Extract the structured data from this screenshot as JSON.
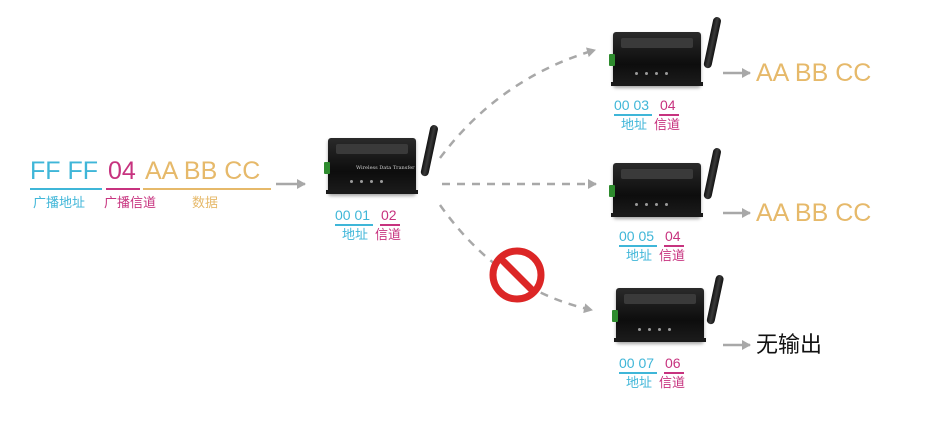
{
  "colors": {
    "cyan": "#3fb6d8",
    "magenta": "#c7337f",
    "orange": "#e6b96a",
    "arrow": "#a8a8a8",
    "forbid": "#dc2626",
    "black": "#111111"
  },
  "source": {
    "bcast_addr": "FF FF",
    "bcast_channel": "04",
    "payload": "AA BB CC",
    "bcast_addr_label": "广播地址",
    "bcast_channel_label": "广播信道",
    "payload_label": "数据"
  },
  "sender": {
    "addr": "00 01",
    "channel": "02",
    "addr_label": "地址",
    "channel_label": "信道",
    "model_text": "Wireless Data Transfer"
  },
  "receivers": [
    {
      "addr": "00 03",
      "channel": "04",
      "addr_label": "地址",
      "channel_label": "信道",
      "output": "AA BB CC"
    },
    {
      "addr": "00 05",
      "channel": "04",
      "addr_label": "地址",
      "channel_label": "信道",
      "output": "AA BB CC"
    },
    {
      "addr": "00 07",
      "channel": "06",
      "addr_label": "地址",
      "channel_label": "信道",
      "output": "无输出"
    }
  ],
  "icons": {
    "arrow": "arrow-right-icon",
    "forbid": "no-entry-icon",
    "device": "wireless-module-icon"
  }
}
